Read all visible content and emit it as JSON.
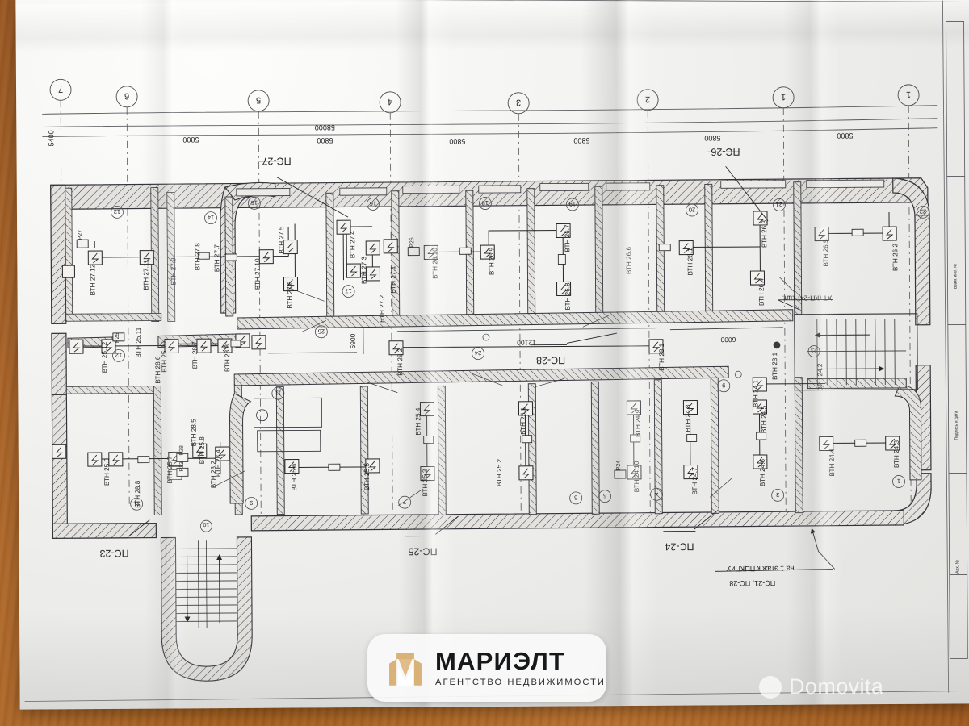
{
  "photo": {
    "subject": "architectural-floor-plan-photograph",
    "paper_color": "#eceae7",
    "desk_color": "#a8621f",
    "ink_color": "#26262a"
  },
  "logo": {
    "title": "МАРИЭЛТ",
    "subtitle": "АГЕНТСТВО НЕДВИЖИМОСТИ",
    "mark_color": "#d9b277"
  },
  "watermark": {
    "text": "Domovita"
  },
  "grid": {
    "markers": [
      "7",
      "6",
      "5",
      "4",
      "3",
      "2",
      "1"
    ],
    "dimensions_edge": [
      "5400",
      "5800",
      "5800",
      "5800",
      "5800",
      "5800",
      "5800"
    ],
    "dimension_total": "58000"
  },
  "interior_dimensions": {
    "corridor_short": "5900",
    "corridor_long": "12100",
    "corridor_right": "6000"
  },
  "panel_labels": [
    "ПС-27",
    "ПС-26",
    "ПС-28",
    "ПС-23",
    "ПС-25",
    "ПС-24"
  ],
  "annotations": [
    {
      "line1": "ХТ (КП-24) 1шт."
    },
    {
      "line1": "ПС-21, ПС-28",
      "line2": "на 1 этаж к ПЦКПиУ"
    }
  ],
  "devices": {
    "series_27": [
      "ВТН 27.12",
      "ВТН 27.11",
      "ВТН 27.10",
      "ВТН 27.9",
      "ВТН 27.8",
      "ВТН 27.7",
      "ВТН 27.6",
      "ВТН 27.5",
      "ВТН 27.4",
      "ВТН 27.3",
      "ВТН 27.2",
      "ВТН 27.1"
    ],
    "series_26": [
      "ВТН 26.1",
      "ВТН 26.2",
      "ВТН 26.3",
      "ВТН 26.4",
      "ВТН 26.5",
      "ВТН 26.6",
      "ВТН 26.7",
      "ВТН 26.8",
      "ВТН 26.9",
      "ВТН 26.10"
    ],
    "series_25": [
      "ВТН 25.1",
      "ВТН 25.2",
      "ВТН 25.3",
      "ВТН 25.4",
      "ВТН 25.5",
      "ВТН 25.6",
      "ВТН 25.7",
      "ВТН 25.8",
      "ВТН 25.9",
      "ВТН 25.10",
      "ВТН 25.11",
      "ВТН 25.12"
    ],
    "series_24": [
      "ВТН 24.1",
      "ВТН 24.2",
      "ВТН 24.3",
      "ВТН 24.4",
      "ВТН 24.5",
      "ВТН 24.6",
      "ВТН 24.7",
      "ВТН 24.8",
      "ВТН 24.9",
      "ВТН 24.10"
    ],
    "series_28": [
      "ВТН 28.1",
      "ВТН 28.2",
      "ВТН 28.3",
      "ВТН 28.4",
      "ВТН 28.5",
      "ВТН 28.6",
      "ВТН 28.7",
      "ВТН 28.8"
    ],
    "series_23": [
      "ВТН 23.1",
      "ВТН 23.2"
    ],
    "junction_boxes": [
      "Р23",
      "Р24",
      "Р25",
      "Р26",
      "Р27",
      "Р28"
    ]
  },
  "room_numbers": [
    "1",
    "2",
    "3",
    "4",
    "5",
    "6",
    "7",
    "8",
    "9",
    "10",
    "11",
    "12",
    "13",
    "14",
    "15",
    "16",
    "17",
    "18",
    "19",
    "20",
    "21",
    "22",
    "23",
    "24",
    "25"
  ]
}
